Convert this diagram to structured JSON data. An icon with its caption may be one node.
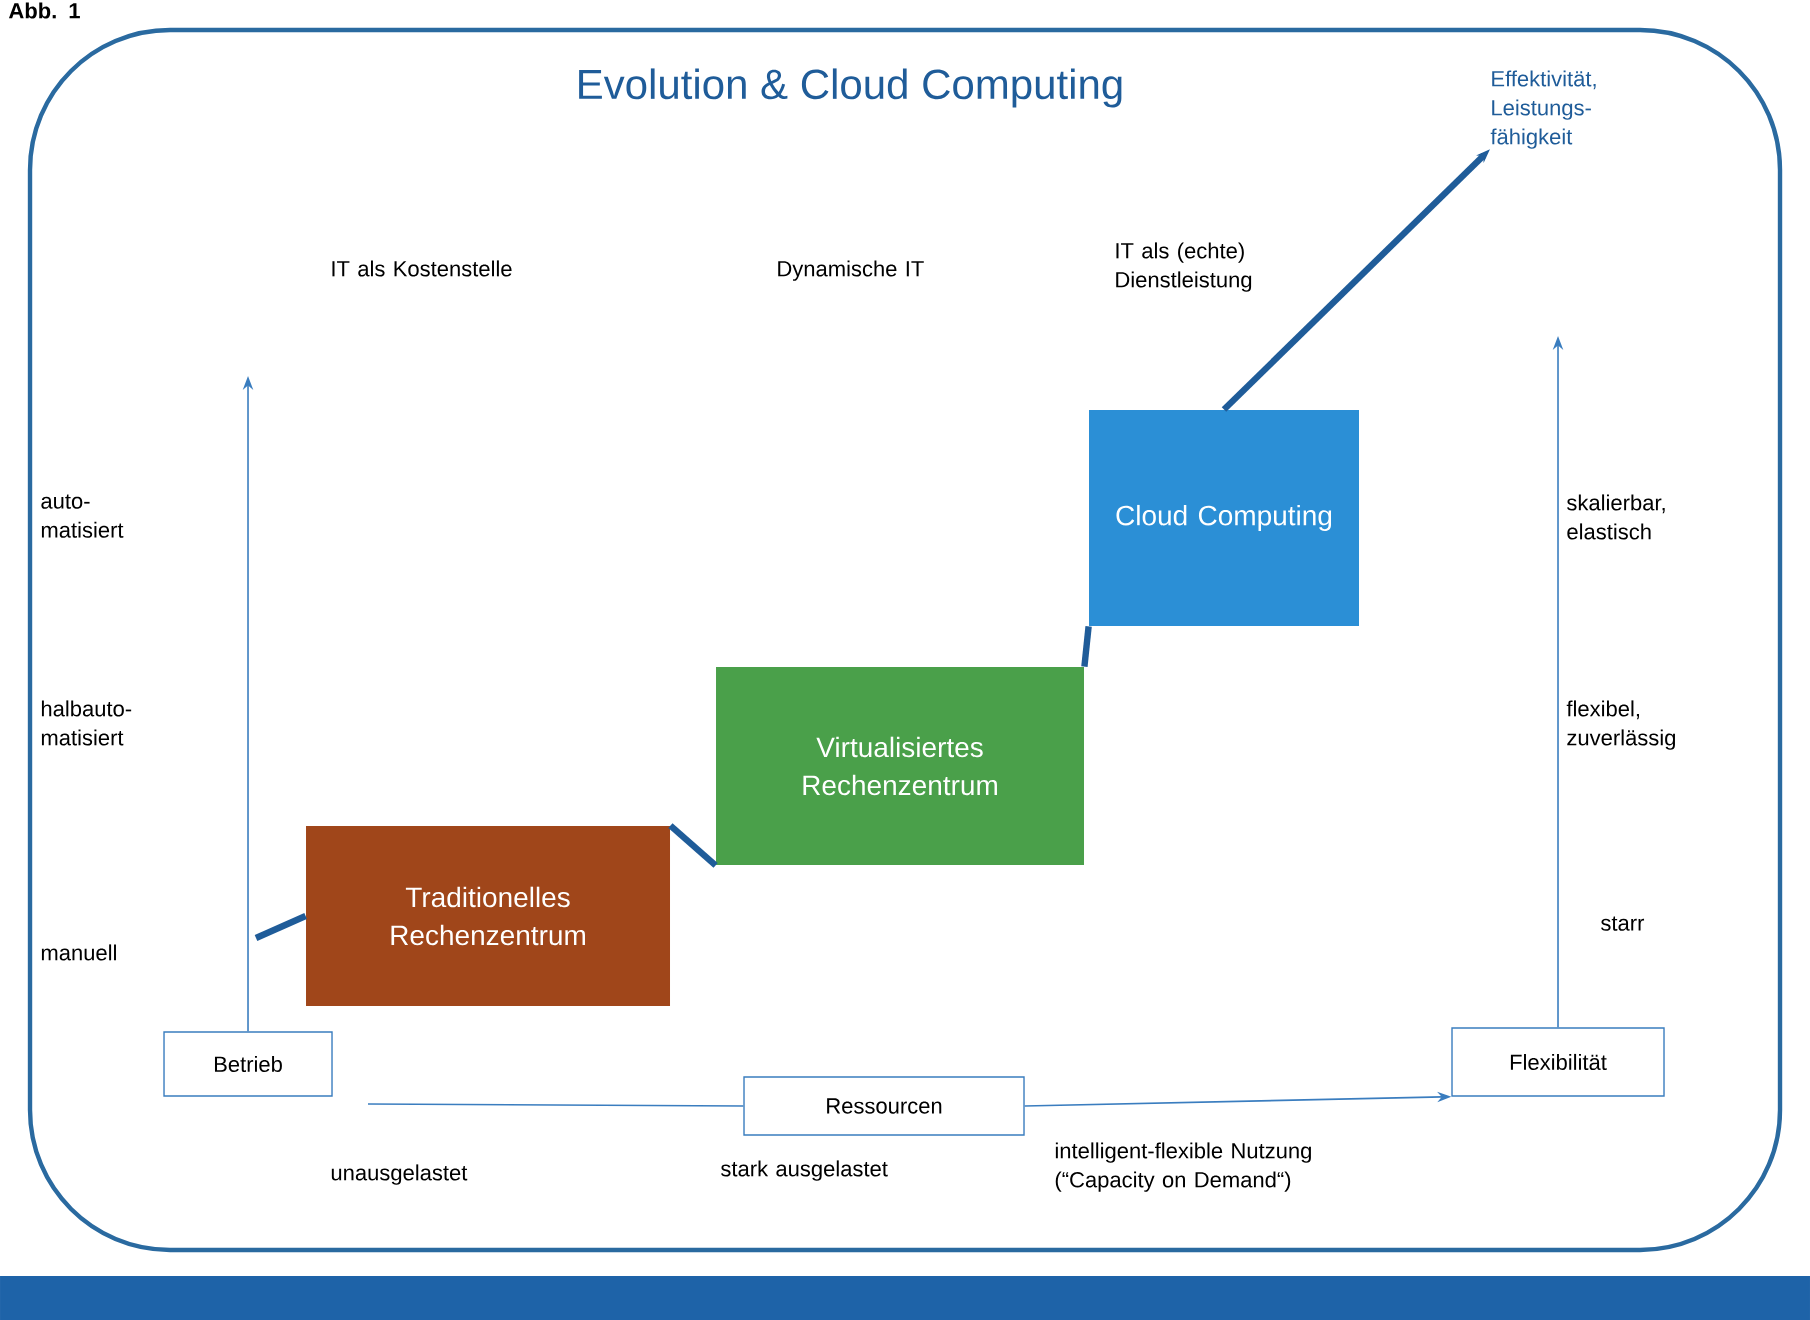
{
  "diagram": {
    "title": "Evolution & Cloud Computing",
    "nodes": [
      {
        "text": [
          "Traditionelles Rechenzentrum"
        ]
      },
      {
        "text": [
          "Virtualisiertes Rechenzentrum"
        ]
      },
      {
        "text": [
          "Cloud Computing"
        ]
      },
      {
        "text": [
          "Effektivität, Leistungs- fähigkeit"
        ]
      },
      {
        "text": [
          "Betrieb"
        ]
      },
      {
        "text": [
          "Ressourcen"
        ]
      },
      {
        "text": [
          "Flexibilität"
        ]
      }
    ],
    "edges": [
      {
        "from": null,
        "to": 0,
        "arrow": "none",
        "style": "thick"
      },
      {
        "from": 0,
        "to": 1,
        "arrow": "none",
        "style": "thick"
      },
      {
        "from": 1,
        "to": 2,
        "arrow": "none",
        "style": "thick"
      },
      {
        "from": 2,
        "to": 3,
        "arrow": "to",
        "style": "thick"
      },
      {
        "from": 4,
        "to": null,
        "arrow": "to"
      },
      {
        "from": 6,
        "to": null,
        "arrow": "to"
      },
      {
        "from": null,
        "to": 5,
        "arrow": "none"
      },
      {
        "from": 5,
        "to": 6,
        "arrow": "to"
      }
    ],
    "labels": [
      "Abb. 1",
      "IT als Kostenstelle",
      "Dynamische IT",
      "IT als (echte) Dienstleistung",
      "auto- matisiert",
      "skalierbar, elastisch",
      "halbauto- matisiert",
      "flexibel, zuverlässig",
      "manuell",
      "starr",
      "unausgelastet",
      "stark ausgelastet",
      "intelligent-flexible Nutzung (“Capacity on Demand“)"
    ]
  }
}
